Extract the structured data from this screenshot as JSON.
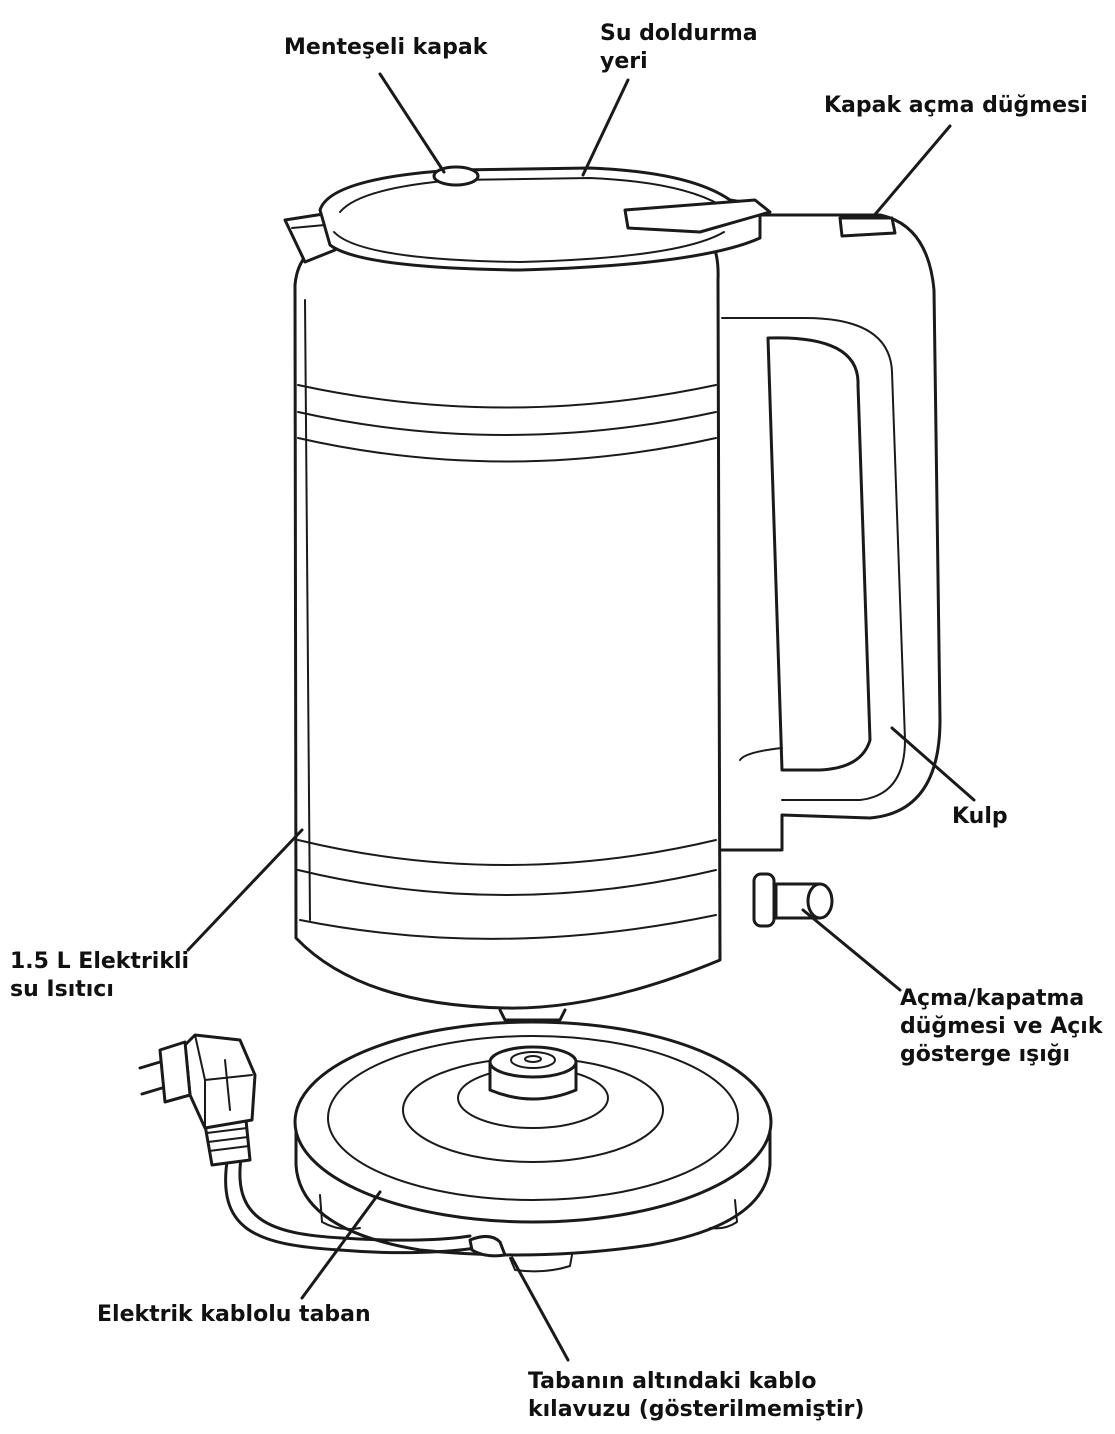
{
  "labels": {
    "hinged_lid": [
      "Menteşeli kapak"
    ],
    "fill_spout": [
      "Su doldurma",
      "yeri"
    ],
    "lid_release": [
      "Kapak açma düğmesi"
    ],
    "handle": [
      "Kulp"
    ],
    "kettle": [
      "1.5 L Elektrikli",
      "su Isıtıcı"
    ],
    "power": [
      "Açma/kapatma",
      "düğmesi ve Açık",
      "gösterge ışığı"
    ],
    "base": [
      "Elektrik kablolu taban"
    ],
    "cord_guide": [
      "Tabanın altındaki kablo",
      "kılavuzu (gösterilmemiştir)"
    ]
  }
}
